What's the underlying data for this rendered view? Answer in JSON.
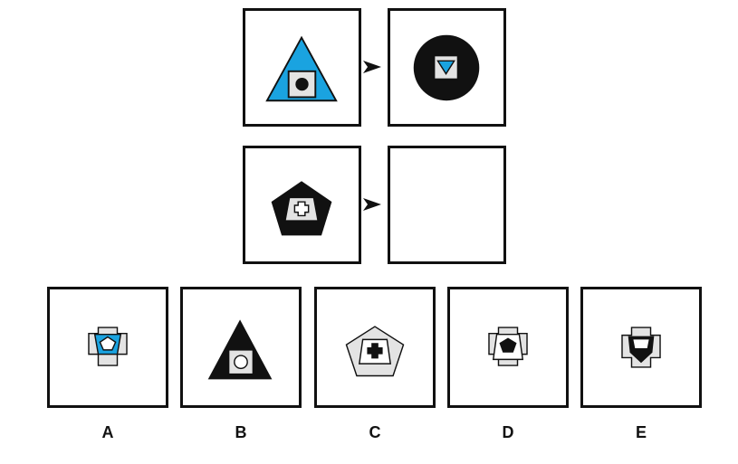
{
  "colors": {
    "blue": "#1aa3e0",
    "black": "#111111",
    "gray": "#e3e3e3",
    "white": "#ffffff"
  },
  "options": [
    {
      "label": "A"
    },
    {
      "label": "B"
    },
    {
      "label": "C"
    },
    {
      "label": "D"
    },
    {
      "label": "E"
    }
  ]
}
